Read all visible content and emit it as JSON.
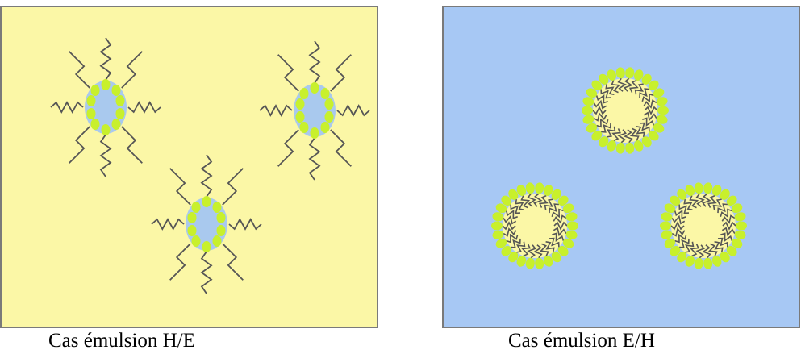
{
  "colors": {
    "oil_phase": "#fbf7a6",
    "water_phase": "#a7c8f4",
    "droplet_water": "#a9c9ee",
    "surfactant_head": "#c8f02c",
    "surfactant_tail": "#555555",
    "frame_border": "#7a7a7a"
  },
  "panels": [
    {
      "caption": "Cas émulsion H/E",
      "background": "oil_phase",
      "structure": "direct micelles (water droplets, tails pointing outward)",
      "micelle_count": 3
    },
    {
      "caption": "Cas émulsion E/H",
      "background": "water_phase",
      "structure": "reverse micelles (oil core, tails pointing inward)",
      "micelle_count": 3
    }
  ]
}
